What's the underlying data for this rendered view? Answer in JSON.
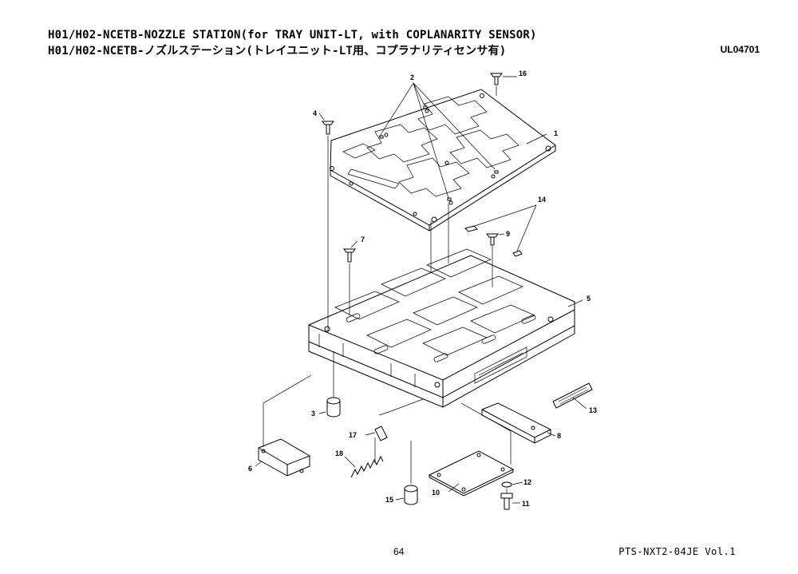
{
  "header": {
    "title_en": "H01/H02-NCETB-NOZZLE STATION(for TRAY UNIT-LT, with COPLANARITY SENSOR)",
    "title_jp": "H01/H02-NCETB-ノズルステーション(トレイユニット-LT用、コプラナリティセンサ有)",
    "drawing_code": "UL04701"
  },
  "footer": {
    "page_number": "64",
    "doc_ref": "PTS-NXT2-04JE  Vol.1"
  },
  "callouts": [
    "1",
    "2",
    "3",
    "4",
    "5",
    "6",
    "7",
    "8",
    "9",
    "10",
    "11",
    "12",
    "13",
    "14",
    "15",
    "16",
    "17",
    "18"
  ]
}
